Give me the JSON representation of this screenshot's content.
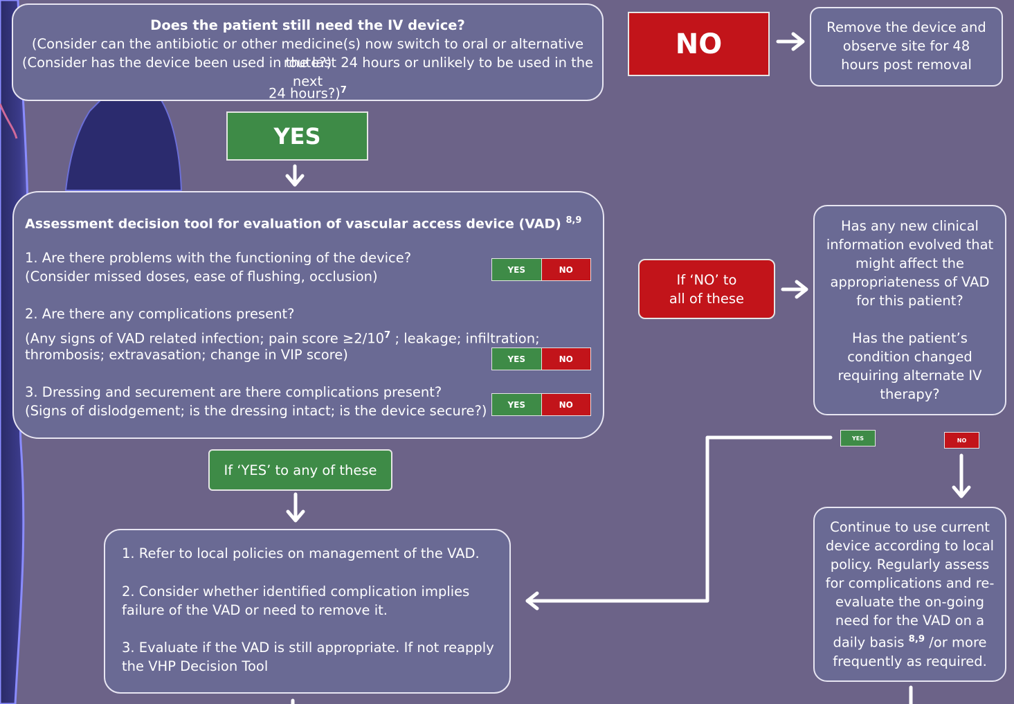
{
  "top_question": {
    "title": "Does the patient still need the IV device?",
    "line1": "(Consider can the antibiotic or other medicine(s) now switch to oral or alternative route?)",
    "line2": "(Consider has the device been used in the last 24 hours or unlikely to be used in the next",
    "line3": "24 hours?)",
    "ref": "7"
  },
  "no_button": "NO",
  "remove_box": "Remove the device and observe site for 48 hours post removal",
  "yes_button": "YES",
  "assessment": {
    "title": "Assessment decision tool for evaluation of vascular access device (VAD)",
    "title_ref": "8,9",
    "q1_line1": "1. Are there problems with the functioning of the device?",
    "q1_line2": "(Consider missed doses, ease of flushing, occlusion)",
    "q2_line1": "2. Are there any complications present?",
    "q2_line2a": "(Any signs of VAD related infection; pain score ≥2/10",
    "q2_ref": "7",
    "q2_line2b": " ; leakage; infiltration;",
    "q2_line3": "thrombosis; extravasation; change in VIP score)",
    "q3_line1": "3. Dressing and securement are there complications present?",
    "q3_line2": "(Signs of dislodgement; is the dressing intact; is the device secure?)",
    "yes_label": "YES",
    "no_label": "NO"
  },
  "if_no_all": "If ‘NO’ to all of these",
  "clinical_box": {
    "q1": "Has any new clinical information evolved that might affect the appropriateness of VAD for this patient?",
    "q2": "Has the patient’s condition changed requiring alternate IV therapy?"
  },
  "small_yes": "YES",
  "small_no": "NO",
  "if_yes_any": "If ‘YES’ to any of these",
  "actions": {
    "a1": "1. Refer to local policies on management of the VAD.",
    "a2": "2. Consider whether identified complication implies failure of the VAD or need to remove it.",
    "a3": "3. Evaluate if the VAD is still appropriate. If not reapply the VHP Decision Tool"
  },
  "continue_box": {
    "text_a": "Continue to use current device according to local policy. Regularly assess for complications and re-evaluate the on-going need for the VAD on a daily basis",
    "ref": "8,9",
    "text_b": " /or more frequently as required."
  }
}
